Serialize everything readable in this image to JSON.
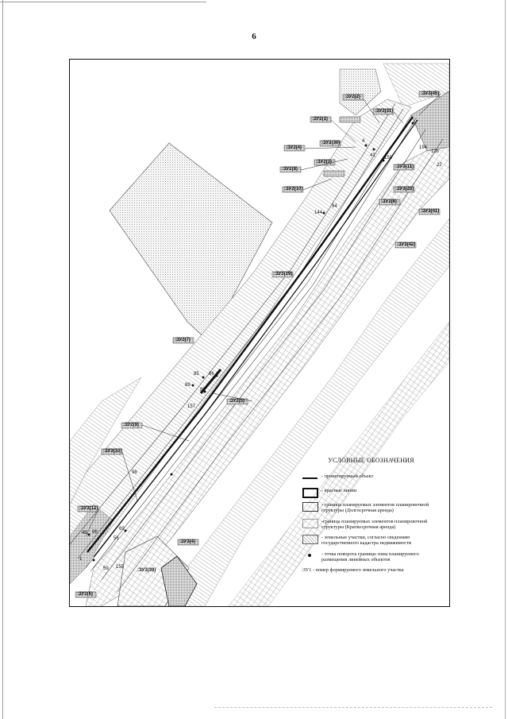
{
  "page": {
    "number": "6"
  },
  "map": {
    "parcel_labels": [
      ":ЗУ2(2)",
      ":ЗУ2(1)",
      ":ЗУ2(31)",
      ":ЗУ3(45)",
      ":ЗУ2(30)",
      ":ЗУ2(4)",
      ":ЗУ2(3)",
      ":ЗУ2(8)",
      ":ЗУ2(10)",
      ":ЗУ3(11)",
      ":ЗУ3(41)",
      ":ЗУ3(42)",
      ":ЗУ3(28)",
      ":ЗУ2(6)",
      ":ЗУ3(29)",
      ":ЗУ2(7)",
      ":ЗУ2(5)",
      ":ЗУ2(9)",
      ":ЗУ3(33)",
      ":ЗУ3(12)",
      ":ЗУ3(4)",
      ":ЗУ3(6)",
      ":ЗУ3(39)"
    ],
    "point_labels": [
      "4",
      "41",
      "150",
      "194",
      "136",
      "144",
      "94",
      "85",
      "86",
      "89",
      "88",
      "157",
      "98",
      "48",
      "96",
      "69",
      "1",
      "59",
      "56",
      "155",
      "22"
    ]
  },
  "legend": {
    "title": "УСЛОВНЫЕ ОБОЗНАЧЕНИЯ",
    "items": [
      {
        "symbol": "line",
        "text": "- проектируемый объект"
      },
      {
        "symbol": "thick-box",
        "text": "- красные линии"
      },
      {
        "symbol": "box",
        "text": "- граница планируемых элементов планировочной структуры (Долгосрочная аренда)"
      },
      {
        "symbol": "box-light",
        "text": "-граница планируемых элементов планировочной структуры (Краткосрочная аренда)"
      },
      {
        "symbol": "hatch",
        "text": "- земельные участки, согласно сведениям государственного кадастра недвижимости"
      },
      {
        "symbol": "dot",
        "text": "- точка поворота границы зоны планируемого размещения линейных объектов"
      }
    ],
    "note": ":ЗУ1 - номер формируемого земельного участка"
  }
}
